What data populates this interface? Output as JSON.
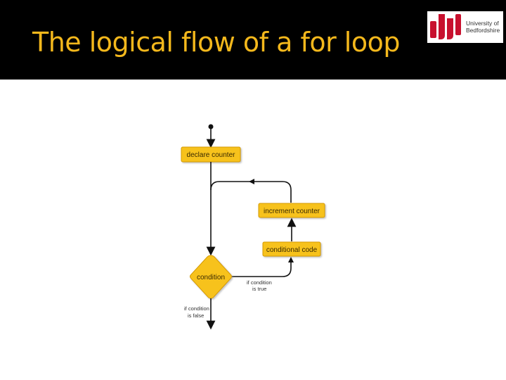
{
  "slide": {
    "title": "The logical flow of a for loop"
  },
  "logo": {
    "line1": "University of",
    "line2": "Bedfordshire",
    "brand_color": "#c8102e"
  },
  "diagram": {
    "node_color": "#f7c21e",
    "nodes": {
      "declare": "declare counter",
      "increment": "increment counter",
      "conditional": "conditional code",
      "condition": "condition"
    },
    "notes": {
      "true_line1": "if condition",
      "true_line2": "is true",
      "false_line1": "if condition",
      "false_line2": "is false"
    }
  }
}
